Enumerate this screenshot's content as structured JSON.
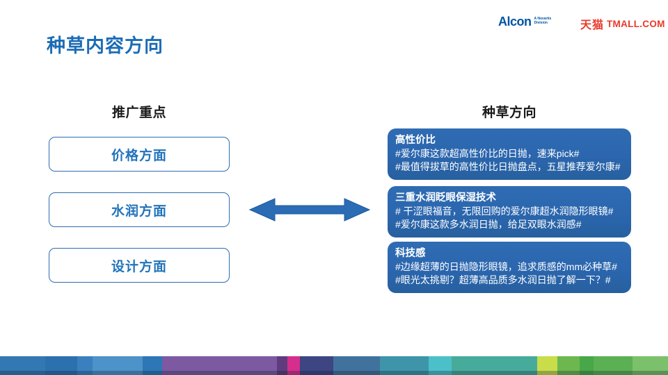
{
  "page": {
    "title": "种草内容方向"
  },
  "logos": {
    "alcon_word": "Alcon",
    "alcon_sub_line1": "A Novartis",
    "alcon_sub_line2": "Division",
    "tmall_cn": "天猫",
    "tmall_en": "TMALL.COM"
  },
  "left_column": {
    "header": "推广重点",
    "items": [
      {
        "label": "价格方面"
      },
      {
        "label": "水润方面"
      },
      {
        "label": "设计方面"
      }
    ]
  },
  "right_column": {
    "header": "种草方向",
    "cards": [
      {
        "title": "高性价比",
        "lines": [
          "#爱尔康这款超高性价比的日抛，速来pick#",
          "#最值得拔草的高性价比日抛盘点，五星推荐爱尔康#"
        ]
      },
      {
        "title": "三重水润眨眼保湿技术",
        "lines": [
          "# 干涩眼福音，无限回购的爱尔康超水润隐形眼镜#",
          "#爱尔康这款多水润日抛，给足双眼水润感#"
        ]
      },
      {
        "title": "科技感",
        "lines": [
          "#边缘超薄的日抛隐形眼镜，追求质感的mm必种草#",
          "#眼光太挑剔？超薄高品质多水润日抛了解一下？#"
        ]
      }
    ]
  },
  "colors": {
    "title_blue": "#1c6cb6",
    "box_border_blue": "#2e6bb0",
    "box_text_blue": "#2273bb",
    "card_blue": "#2b66ae",
    "arrow_blue": "#2b6cb5",
    "alcon_blue": "#0054a4",
    "tmall_red": "#ea3828"
  },
  "footer_stripe": [
    {
      "color": "#3478b3",
      "width": 65
    },
    {
      "color": "#2d70ae",
      "width": 46
    },
    {
      "color": "#3a80bf",
      "width": 22
    },
    {
      "color": "#4d92c8",
      "width": 72
    },
    {
      "color": "#2d77b6",
      "width": 28
    },
    {
      "color": "#7c59a1",
      "width": 165
    },
    {
      "color": "#5e3c7d",
      "width": 15
    },
    {
      "color": "#d62e8c",
      "width": 18
    },
    {
      "color": "#3d4583",
      "width": 48
    },
    {
      "color": "#41729d",
      "width": 67
    },
    {
      "color": "#3e95a9",
      "width": 70
    },
    {
      "color": "#4cc0c8",
      "width": 33
    },
    {
      "color": "#47ab9b",
      "width": 123
    },
    {
      "color": "#c9dc4a",
      "width": 29
    },
    {
      "color": "#6cb84e",
      "width": 32
    },
    {
      "color": "#48a748",
      "width": 20
    },
    {
      "color": "#5cb054",
      "width": 56
    },
    {
      "color": "#7bc06a",
      "width": 51
    }
  ]
}
